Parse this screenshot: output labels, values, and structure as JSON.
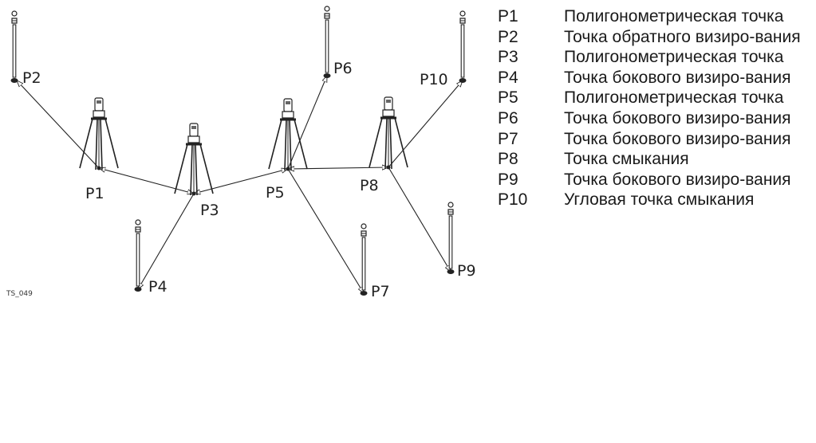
{
  "figure_id": "TS_049",
  "points": [
    {
      "id": "P1",
      "label": "P1"
    },
    {
      "id": "P2",
      "label": "P2"
    },
    {
      "id": "P3",
      "label": "P3"
    },
    {
      "id": "P4",
      "label": "P4"
    },
    {
      "id": "P5",
      "label": "P5"
    },
    {
      "id": "P6",
      "label": "P6"
    },
    {
      "id": "P7",
      "label": "P7"
    },
    {
      "id": "P8",
      "label": "P8"
    },
    {
      "id": "P9",
      "label": "P9"
    },
    {
      "id": "P10",
      "label": "P10"
    }
  ],
  "legend": [
    {
      "key": "P1",
      "desc": "Полигонометрическая точка"
    },
    {
      "key": "P2",
      "desc": "Точка обратного визиро-вания"
    },
    {
      "key": "P3",
      "desc": "Полигонометрическая точка"
    },
    {
      "key": "P4",
      "desc": "Точка бокового визиро-вания"
    },
    {
      "key": "P5",
      "desc": "Полигонометрическая точка"
    },
    {
      "key": "P6",
      "desc": "Точка бокового визиро-вания"
    },
    {
      "key": "P7",
      "desc": "Точка бокового визиро-вания"
    },
    {
      "key": "P8",
      "desc": "Точка смыкания"
    },
    {
      "key": "P9",
      "desc": "Точка бокового визиро-вания"
    },
    {
      "key": "P10",
      "desc": "Угловая точка смыкания"
    }
  ]
}
